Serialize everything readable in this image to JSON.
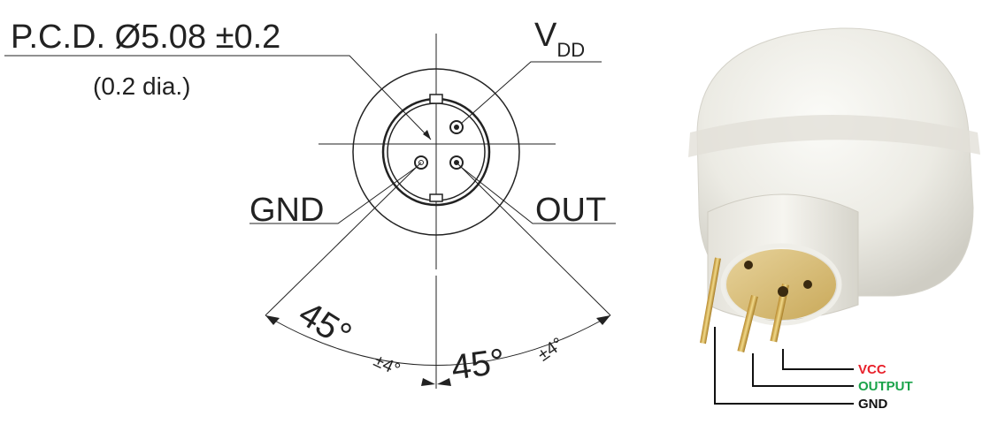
{
  "drawing": {
    "pcd_label": "P.C.D. Ø5.08 ±0.2",
    "pcd_note": "(0.2 dia.)",
    "vdd_main": "V",
    "vdd_sub": "DD",
    "gnd_label": "GND",
    "out_label": "OUT",
    "angle_left": "45°",
    "angle_left_tol": "±4°",
    "angle_right": "45°",
    "angle_right_tol": "±4°"
  },
  "photo": {
    "pins": [
      {
        "label": "VCC",
        "color": "#e8202a"
      },
      {
        "label": "OUTPUT",
        "color": "#1aa34a"
      },
      {
        "label": "GND",
        "color": "#111111"
      }
    ]
  }
}
